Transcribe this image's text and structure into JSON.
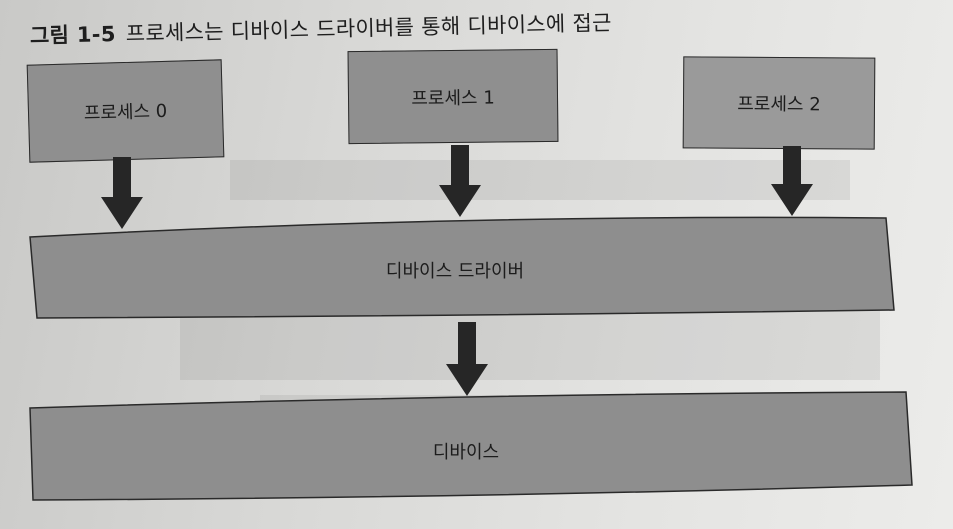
{
  "figure": {
    "number": "그림 1-5",
    "caption": "프로세스는 디바이스 드라이버를 통해 디바이스에 접근"
  },
  "processes": [
    {
      "label": "프로세스 0"
    },
    {
      "label": "프로세스 1"
    },
    {
      "label": "프로세스 2"
    }
  ],
  "driver": {
    "label": "디바이스 드라이버"
  },
  "device": {
    "label": "디바이스"
  },
  "colors": {
    "box_fill": "#8f8f8f",
    "arrow": "#262626",
    "text": "#1c1c1c"
  }
}
